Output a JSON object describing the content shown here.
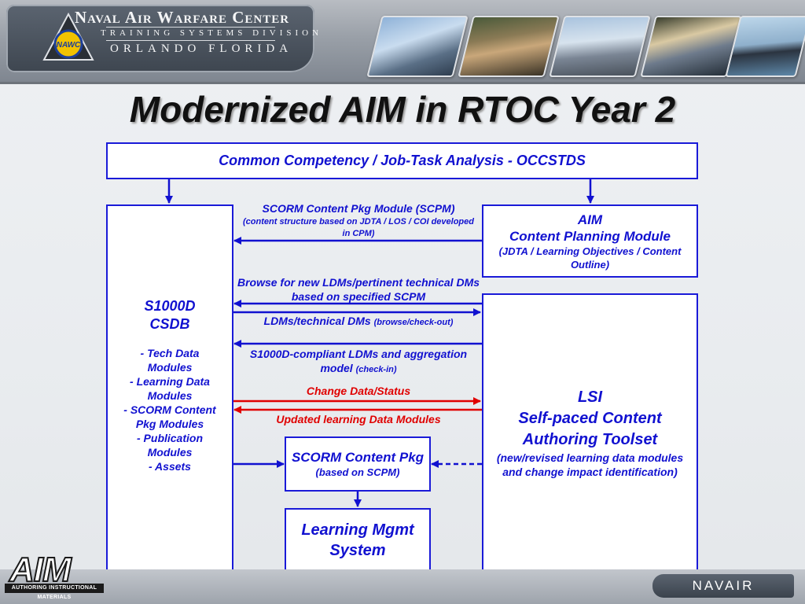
{
  "header": {
    "org": "Naval Air Warfare Center",
    "division": "TRAINING SYSTEMS DIVISION",
    "location": "ORLANDO FLORIDA",
    "badge": "NAWC"
  },
  "title": "Modernized AIM in RTOC Year 2",
  "boxes": {
    "top": "Common Competency / Job-Task Analysis - OCCSTDS",
    "csdb_title_1": "S1000D",
    "csdb_title_2": "CSDB",
    "csdb_items": [
      "-  Tech Data",
      "Modules",
      "- Learning Data",
      "Modules",
      "- SCORM Content",
      "Pkg Modules",
      "- Publication",
      "Modules",
      "- Assets"
    ],
    "aim_title_1": "AIM",
    "aim_title_2": "Content Planning Module",
    "aim_sub": "(JDTA / Learning Objectives / Content Outline)",
    "lsi_title_1": "LSI",
    "lsi_title_2": "Self-paced Content",
    "lsi_title_3": "Authoring Toolset",
    "lsi_sub": "(new/revised learning data modules and change impact identification)",
    "scorm_title": "SCORM Content Pkg",
    "scorm_sub": "(based on SCPM)",
    "lms_title": "Learning Mgmt System"
  },
  "labels": {
    "scpm_main": "SCORM Content Pkg Module (SCPM)",
    "scpm_sub": "(content structure based on JDTA / LOS / COI developed in CPM)",
    "browse": "Browse for new LDMs/pertinent technical DMs based on specified SCPM",
    "ldms_main": "LDMs/technical DMs",
    "ldms_sub": "(browse/check-out)",
    "compliant_main": "S1000D-compliant LDMs and aggregation model",
    "compliant_sub": "(check-in)",
    "change": "Change Data/Status",
    "updated": "Updated learning Data Modules"
  },
  "footer": {
    "aim_logo": "AIM",
    "aim_logo_sub": "AUTHORING INSTRUCTIONAL MATERIALS",
    "navair": "NAVAIR"
  },
  "colors": {
    "accent_blue": "#1111d0",
    "red": "#e00000"
  }
}
